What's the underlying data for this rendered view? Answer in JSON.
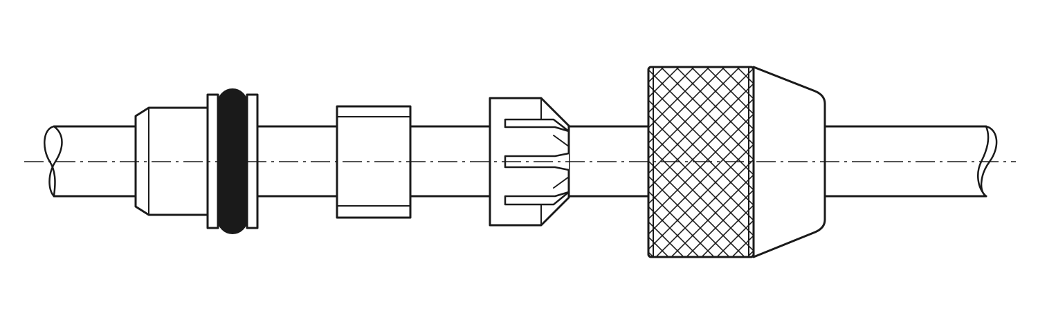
{
  "diagram": {
    "kind": "exploded assembly drawing",
    "colors": {
      "line": "#1a1a1a",
      "background": "#ffffff",
      "seal": "#1a1a1a"
    },
    "parts": [
      {
        "id": "tube"
      },
      {
        "id": "fitting-body"
      },
      {
        "id": "o-ring"
      },
      {
        "id": "sleeve"
      },
      {
        "id": "collet"
      },
      {
        "id": "knurled-nut"
      }
    ]
  }
}
